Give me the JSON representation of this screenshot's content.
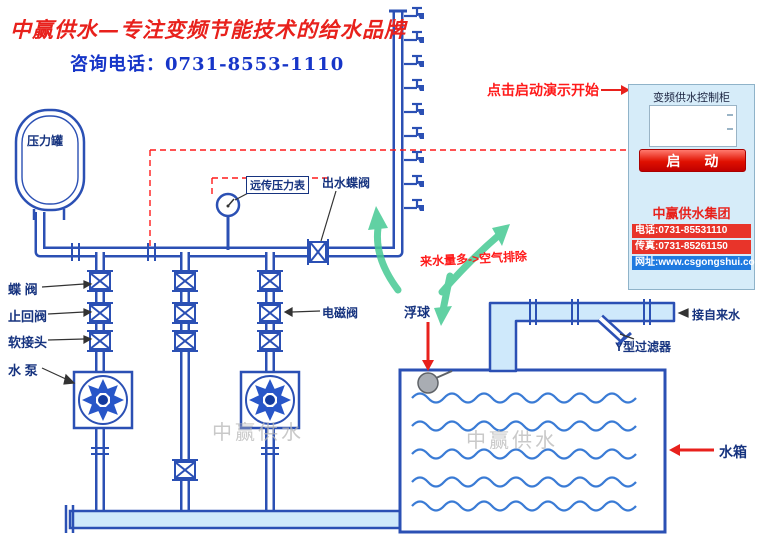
{
  "header": {
    "slogan": "中赢供水—专注变频节能技术的给水品牌",
    "phone": "咨询电话：0731-8553-1110"
  },
  "callouts": {
    "click_start": "点击启动演示开始",
    "air": "来水量多->空气排除"
  },
  "cabinet": {
    "title": "变频供水控制柜",
    "start_button": "启 动",
    "company": "中赢供水集团",
    "tel": "电话:0731-85531110",
    "fax": "传真:0731-85261150",
    "web": "网址:www.csgongshui.com"
  },
  "labels": {
    "pressure_tank": "压力罐",
    "remote_gauge": "远传压力表",
    "outlet_valve": "出水蝶阀",
    "butterfly_valve": "蝶 阀",
    "check_valve": "止回阀",
    "soft_joint": "软接头",
    "pump": "水 泵",
    "solenoid": "电磁阀",
    "float_ball": "浮球",
    "tap_water": "接自来水",
    "y_filter": "Y型过滤器",
    "tank": "水箱"
  },
  "watermark": "中赢供水",
  "colors": {
    "pipe": "#2b50b4",
    "water": "#cfe9fb",
    "wave": "#3a7bd5",
    "red": "#e8211c",
    "navy": "#16337f",
    "green": "#46c993",
    "panel_bg": "#d6ecf9"
  }
}
